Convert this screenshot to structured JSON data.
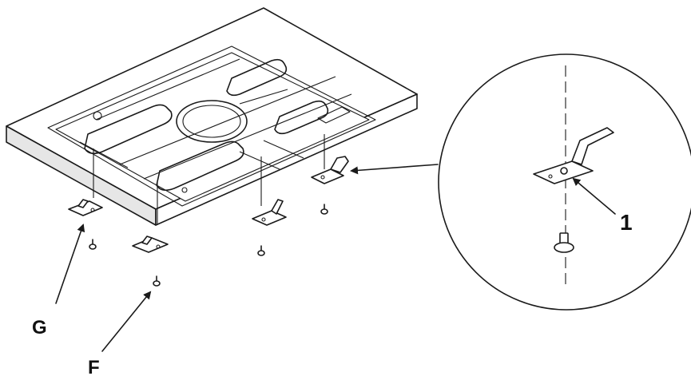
{
  "callouts": {
    "g": "G",
    "f": "F",
    "detail_number": "1"
  }
}
